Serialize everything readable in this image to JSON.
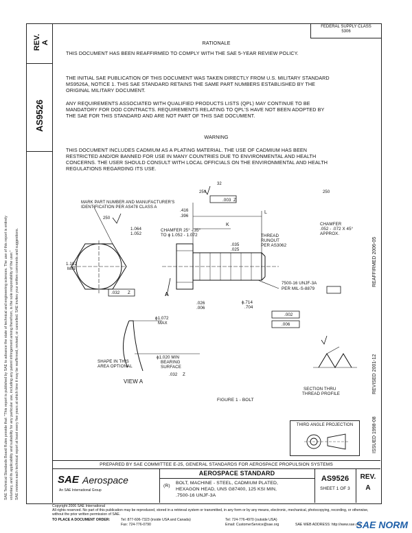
{
  "header": {
    "federal_supply_class_line1": "FEDERAL SUPPLY CLASS",
    "federal_supply_class_line2": "5306",
    "rev_label": "REV.",
    "rev_value": "A",
    "doc_number": "AS9526"
  },
  "rationale": {
    "heading": "RATIONALE",
    "text": "THIS DOCUMENT HAS BEEN REAFFIRMED TO COMPLY WITH THE SAE 5-YEAR REVIEW POLICY."
  },
  "intro": {
    "p1_line1": "THE INITIAL SAE PUBLICATION OF THIS DOCUMENT WAS TAKEN DIRECTLY FROM U.S. MILITARY STANDARD",
    "p1_line2": "MS9526A, NOTICE 1. THIS SAE STANDARD RETAINS THE SAME PART NUMBERS ESTABLISHED BY THE",
    "p1_line3": "ORIGINAL MILITARY DOCUMENT.",
    "p2_line1": "ANY REQUIREMENTS ASSOCIATED WITH QUALIFIED PRODUCTS LISTS (QPL) MAY CONTINUE TO BE",
    "p2_line2": "MANDATORY FOR DOD CONTRACTS. REQUIREMENTS RELATING TO QPL'S HAVE NOT BEEN ADOPTED BY",
    "p2_line3": "THE SAE FOR THIS STANDARD AND ARE NOT PART OF THIS SAE DOCUMENT."
  },
  "warning": {
    "heading": "WARNING",
    "line1": "THIS DOCUMENT INCLUDES CADMIUM AS A PLATING MATERIAL. THE USE OF CADMIUM HAS BEEN",
    "line2": "RESTRICTED AND/OR BANNED FOR USE IN MANY COUNTRIES DUE TO ENVIRONMENTAL AND HEALTH",
    "line3": "CONCERNS. THE USER SHOULD CONSULT WITH LOCAL OFFICIALS ON THE ENVIRONMENTAL AND HEALTH",
    "line4": "REGULATIONS REGARDING ITS USE."
  },
  "drawing": {
    "mark_note_line1": "MARK PART NUMBER AND MANUFACTURER'S",
    "mark_note_line2": "IDENTIFICATION PER AS478 CLASS A",
    "finish_250": "250",
    "finish_32": "32",
    "dim_1064": "1.064",
    "dim_1052": "1.052",
    "chamfer_head_line1": "CHAMFER 25° - 35°",
    "chamfer_head_line2": "TO ϕ 1.052 - 1.072",
    "dim_1182": "1.182",
    "dim_min": "MIN",
    "tol_032": ".032",
    "datum_z": "Z",
    "tol_003": ".003",
    "dim_416": ".416",
    "dim_396": ".396",
    "label_k": "K",
    "label_l": "L",
    "thread_runout_line1": "THREAD",
    "thread_runout_line2": "RUNOUT",
    "thread_runout_line3": "PER AS3062",
    "dim_035": ".035",
    "dim_025": ".025",
    "chamfer_end_line1": "CHAMFER",
    "chamfer_end_line2": ".052 - .072 X 45°",
    "chamfer_end_line3": "APPROX.",
    "thread_spec_line1": "7500-16 UNJF-3A",
    "thread_spec_line2": "PER MIL-S-8879",
    "dim_026": ".026",
    "dim_006": ".006",
    "dim_714": "ϕ.714",
    "dim_704": ".704",
    "tol_002": ".002",
    "tol_006": ".006",
    "view_a_arrow": "A",
    "dia_1072": "ϕ1.072",
    "dia_max": "MAX",
    "shape_note_line1": "SHAPE IN THIS",
    "shape_note_line2": "AREA OPTIONAL",
    "bearing_line1": "ϕ1.020 MIN",
    "bearing_line2": "BEARING",
    "bearing_line3": "SURFACE",
    "view_a_title": "VIEW A",
    "figure_title": "FIGURE 1 - BOLT",
    "section_line1": "SECTION THRU",
    "section_line2": "THREAD PROFILE"
  },
  "projection": {
    "label": "THIRD ANGLE PROJECTION"
  },
  "side_labels": {
    "reaffirmed": "REAFFIRMED 2006-05",
    "revised": "REVISED 2001-12",
    "issued": "ISSUED 1998-08"
  },
  "prepared_by": "PREPARED BY SAE COMMITTEE E-25, GENERAL STANDARDS FOR AEROSPACE PROPULSION SYSTEMS",
  "title_block": {
    "logo_sae": "SAE",
    "logo_aerospace": "Aerospace",
    "logo_sub": "An SAE International Group",
    "standard_heading": "AEROSPACE STANDARD",
    "r_mark": "(R)",
    "title_line1": "BOLT, MACHINE - STEEL, CADMIUM PLATED,",
    "title_line2": "HEXAGON HEAD, UNS G87400, 125 KSI MIN,",
    "title_line3": ".7500-16 UNJF-3A",
    "doc_number": "AS9526",
    "sheet": "SHEET 1 OF 3",
    "rev_label": "REV.",
    "rev_value": "A"
  },
  "footer": {
    "copyright": "Copyright 2006 SAE International",
    "rights": "All rights reserved. No part of this publication may be reproduced, stored in a retrieval system or transmitted, in any form or by any means, electronic, mechanical, photocopying, recording, or otherwise, without the prior written permission of SAE.",
    "order_label": "TO PLACE A DOCUMENT ORDER:",
    "tel1": "Tel: 877-606-7323 (inside USA and Canada)",
    "tel2": "Tel: 724-776-4970 (outside USA)",
    "fax": "Fax: 724-776-0790",
    "email": "Email: CustomerService@sae.org",
    "web": "SAE WEB ADDRESS: http://www.sae.org",
    "watermark": "SAE NORM"
  },
  "left_notes": {
    "line1": "SAE Technical Standards Board Rules provide that: \"This report is published by SAE to advance the state of technical and engineering sciences. The use of this report is entirely",
    "line2": "voluntary, and its applicability and suitability for any particular use, including any patent infringement arising therefrom, is the sole responsibility of the user.\"",
    "line3": "SAE reviews each technical report at least every five years at which time it may be reaffirmed, revised, or cancelled. SAE invites your written comments and suggestions."
  }
}
